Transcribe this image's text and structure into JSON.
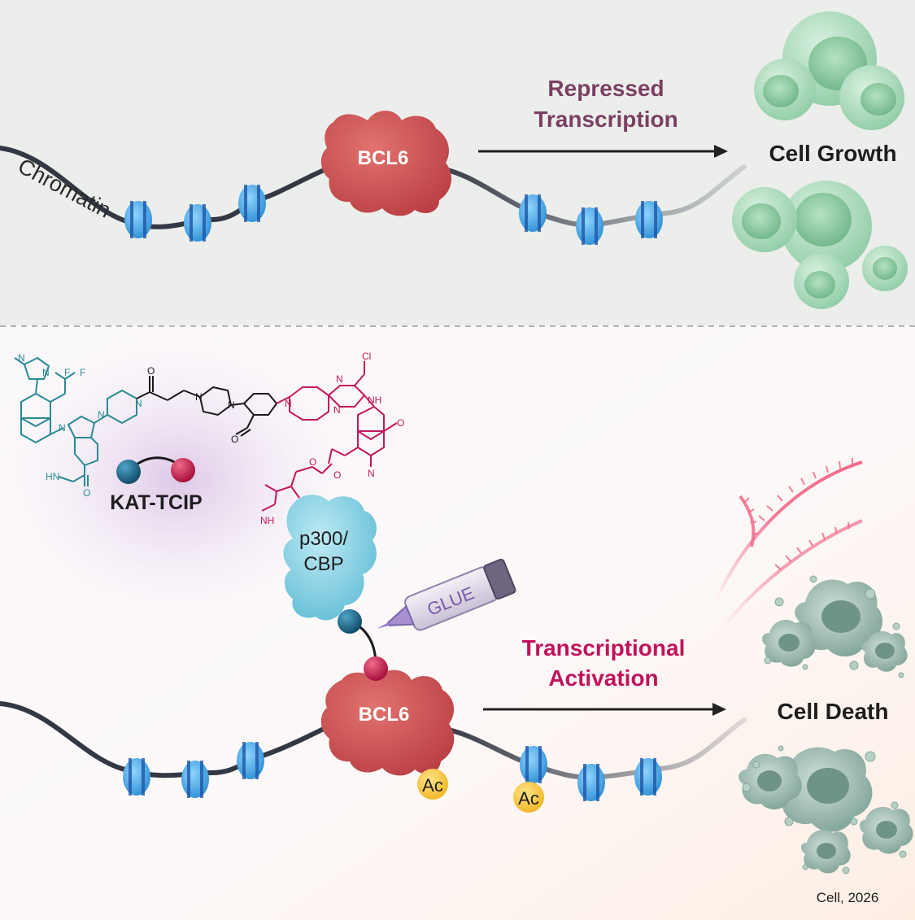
{
  "top_panel": {
    "chromatin_label": "Chromatin",
    "protein_label": "BCL6",
    "arrow_label_line1": "Repressed",
    "arrow_label_line2": "Transcription",
    "outcome_label": "Cell Growth",
    "outcome_icon": "healthy-cells-icon"
  },
  "bottom_panel": {
    "molecule_name": "KAT-TCIP",
    "atoms": {
      "f1": "F",
      "f2": "F",
      "cl": "Cl",
      "n_pyrazole": "N",
      "n_pyrazole2": "N",
      "n_ring1": "N",
      "n_ring2": "N",
      "n_pip1": "N",
      "n_piperazine1": "N",
      "n_piperazine2": "N",
      "n_pip2": "N",
      "n_pyr1": "N",
      "n_pyr2": "N",
      "nh_link": "NH",
      "n_quin": "N",
      "o_amide1": "O",
      "o_amide2": "O",
      "o_urea": "O",
      "o_ether": "O",
      "o_quin": "O",
      "o_methoxy": "O",
      "o_glycine": "O",
      "hn_urea": "HN",
      "nh_glycine": "NH"
    },
    "effector_label_line1": "p300/",
    "effector_label_line2": "CBP",
    "glue_label": "GLUE",
    "protein_label": "BCL6",
    "mark_label_1": "Ac",
    "mark_label_2": "Ac",
    "arrow_label_line1": "Transcriptional",
    "arrow_label_line2": "Activation",
    "outcome_label": "Cell Death",
    "outcome_icon": "apoptotic-cells-icon"
  },
  "citation": "Cell, 2026",
  "colors": {
    "top_bg": "#eceeeb",
    "repressed_text": "#7b3f63",
    "activation_text": "#c0135a",
    "bcl6": "#c9474b",
    "nucleosome": "#4aaee8",
    "healthy_cell": "#8fd0a8",
    "dying_cell": "#8aaca0",
    "teal_chem": "#2a8a95",
    "magenta_chem": "#c2185b"
  }
}
